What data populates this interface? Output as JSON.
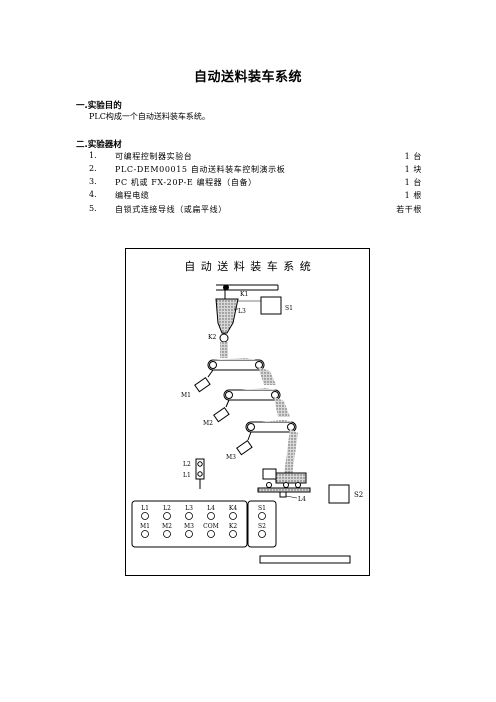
{
  "document": {
    "title": "自动送料装车系统",
    "sections": [
      {
        "heading": "一.实验目的",
        "text": "PLC构成一个自动送料装车系统。"
      },
      {
        "heading": "二.实验器材"
      }
    ],
    "materials": [
      {
        "num": "1.",
        "name": "可编程控制器实验台",
        "qty": "1 台"
      },
      {
        "num": "2.",
        "name": "PLC-DEM00015 自动送料装车控制演示板",
        "qty": "1 块"
      },
      {
        "num": "3.",
        "name": "PC 机或 FX-20P-E 编程器（自备）",
        "qty": "1 台"
      },
      {
        "num": "4.",
        "name": "编程电缆",
        "qty": "1 根"
      },
      {
        "num": "5.",
        "name": "自锁式连接导线（或扁平线）",
        "qty": "若干根"
      }
    ]
  },
  "diagram": {
    "title": "自 动 送 料 装 车 系 统",
    "labels": {
      "k1": "K1",
      "l3": "L3",
      "s1": "S1",
      "k2": "K2",
      "m1": "M1",
      "m2": "M2",
      "m3": "M3",
      "l2": "L2",
      "l1": "L1",
      "l4": "L4",
      "s2": "S2"
    },
    "terminals_row1": [
      "L1",
      "L2",
      "L3",
      "L4",
      "K4"
    ],
    "terminals_row2": [
      "M1",
      "M2",
      "M3",
      "COM",
      "K2"
    ],
    "terminals_right_row1": "S1",
    "terminals_right_row2": "S2"
  }
}
